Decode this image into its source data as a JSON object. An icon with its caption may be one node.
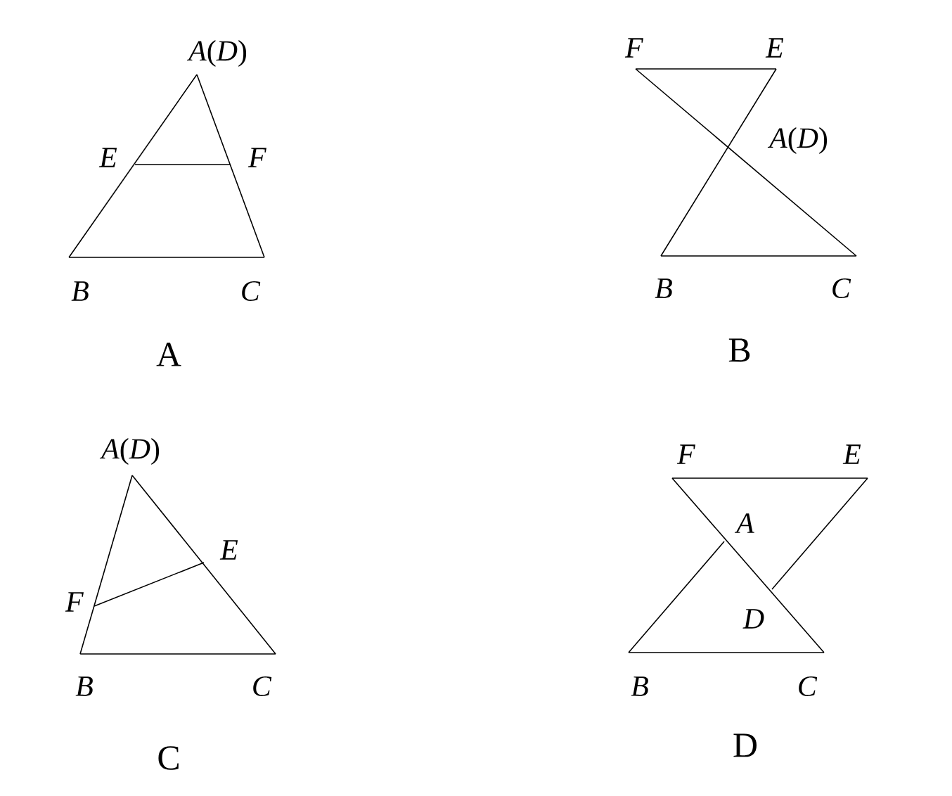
{
  "diagram": {
    "labels": [
      "*A*(*D*)",
      "*E*",
      "*F*",
      "*B*",
      "*C*",
      "A",
      "*F*",
      "*E*",
      "*A*(*D*)",
      "*B*",
      "*C*",
      "B",
      "*A*(*D*)",
      "*E*",
      "*F*",
      "*B*",
      "*C*",
      "C",
      "*F*",
      "*E*",
      "*A*",
      "*D*",
      "*B*",
      "*C*",
      "D"
    ]
  }
}
